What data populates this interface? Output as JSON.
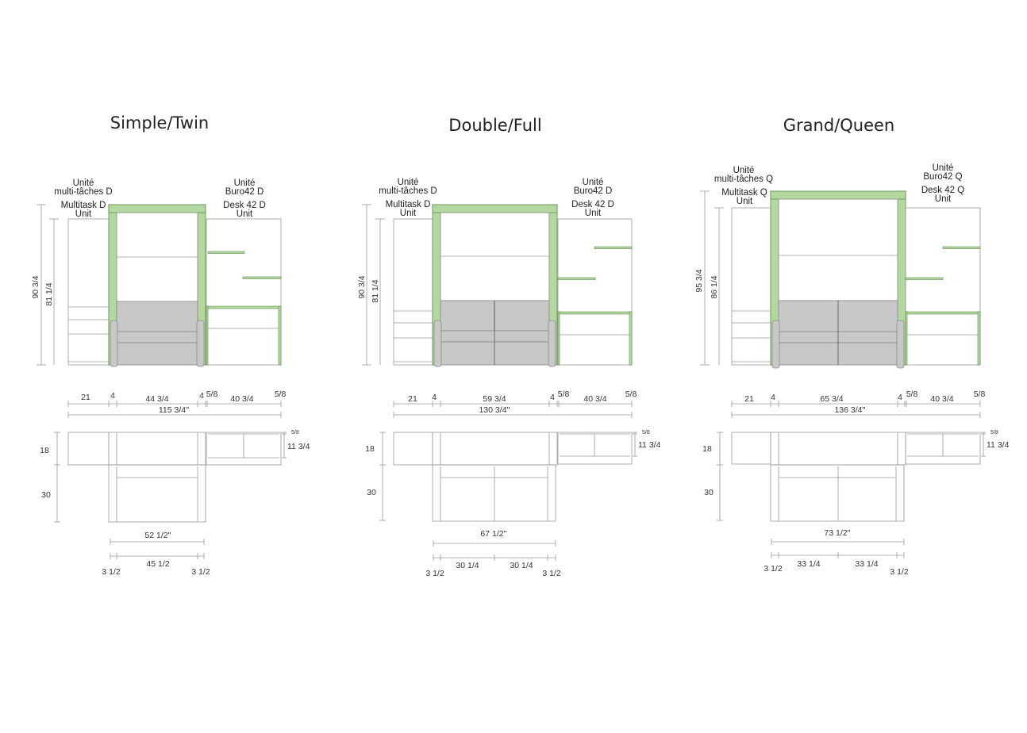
{
  "colors": {
    "frame_green": "#b4d9a0",
    "seat_gray": "#c8c8c8",
    "line_gray": "#9a9a9a"
  },
  "panels": [
    {
      "title": "Simple/Twin",
      "multitask_fr": [
        "Unité",
        "multi-tâches D"
      ],
      "multitask_en": [
        "Multitask D",
        "Unit"
      ],
      "desk_fr": [
        "Unité",
        "Buro42 D"
      ],
      "desk_en": [
        "Desk 42 D",
        "Unit"
      ],
      "height_total": "90 3/4",
      "height_inner": "81 1/4",
      "widths": {
        "left": "21",
        "post_l": "4",
        "bed": "44 3/4",
        "post_r": "4",
        "gap_l": "5/8",
        "desk": "40 3/4",
        "gap_r": "5/8"
      },
      "total_width": "115 3/4''",
      "depth_top": "18",
      "depth_bottom": "30",
      "desk_gap": "5/8",
      "desk_depth": "11 3/4",
      "seat_total": "52 1/2''",
      "arm_l": "3 1/2",
      "cushions": [
        "45 1/2"
      ],
      "arm_r": "3 1/2"
    },
    {
      "title": "Double/Full",
      "multitask_fr": [
        "Unité",
        "multi-tâches D"
      ],
      "multitask_en": [
        "Multitask D",
        "Unit"
      ],
      "desk_fr": [
        "Unité",
        "Buro42 D"
      ],
      "desk_en": [
        "Desk 42 D",
        "Unit"
      ],
      "height_total": "90 3/4",
      "height_inner": "81 1/4",
      "widths": {
        "left": "21",
        "post_l": "4",
        "bed": "59 3/4",
        "post_r": "4",
        "gap_l": "5/8",
        "desk": "40 3/4",
        "gap_r": "5/8"
      },
      "total_width": "130 3/4''",
      "depth_top": "18",
      "depth_bottom": "30",
      "desk_gap": "5/8",
      "desk_depth": "11 3/4",
      "seat_total": "67 1/2''",
      "arm_l": "3 1/2",
      "cushions": [
        "30 1/4",
        "30 1/4"
      ],
      "arm_r": "3 1/2"
    },
    {
      "title": "Grand/Queen",
      "multitask_fr": [
        "Unité",
        "multi-tâches Q"
      ],
      "multitask_en": [
        "Multitask Q",
        "Unit"
      ],
      "desk_fr": [
        "Unité",
        "Buro42 Q"
      ],
      "desk_en": [
        "Desk 42 Q",
        "Unit"
      ],
      "height_total": "95 3/4",
      "height_inner": "86 1/4",
      "widths": {
        "left": "21",
        "post_l": "4",
        "bed": "65 3/4",
        "post_r": "4",
        "gap_l": "5/8",
        "desk": "40 3/4",
        "gap_r": "5/8"
      },
      "total_width": "136 3/4''",
      "depth_top": "18",
      "depth_bottom": "30",
      "desk_gap": "5/8",
      "desk_depth": "11 3/4",
      "seat_total": "73 1/2''",
      "arm_l": "3 1/2",
      "cushions": [
        "33 1/4",
        "33 1/4"
      ],
      "arm_r": "3 1/2"
    }
  ]
}
